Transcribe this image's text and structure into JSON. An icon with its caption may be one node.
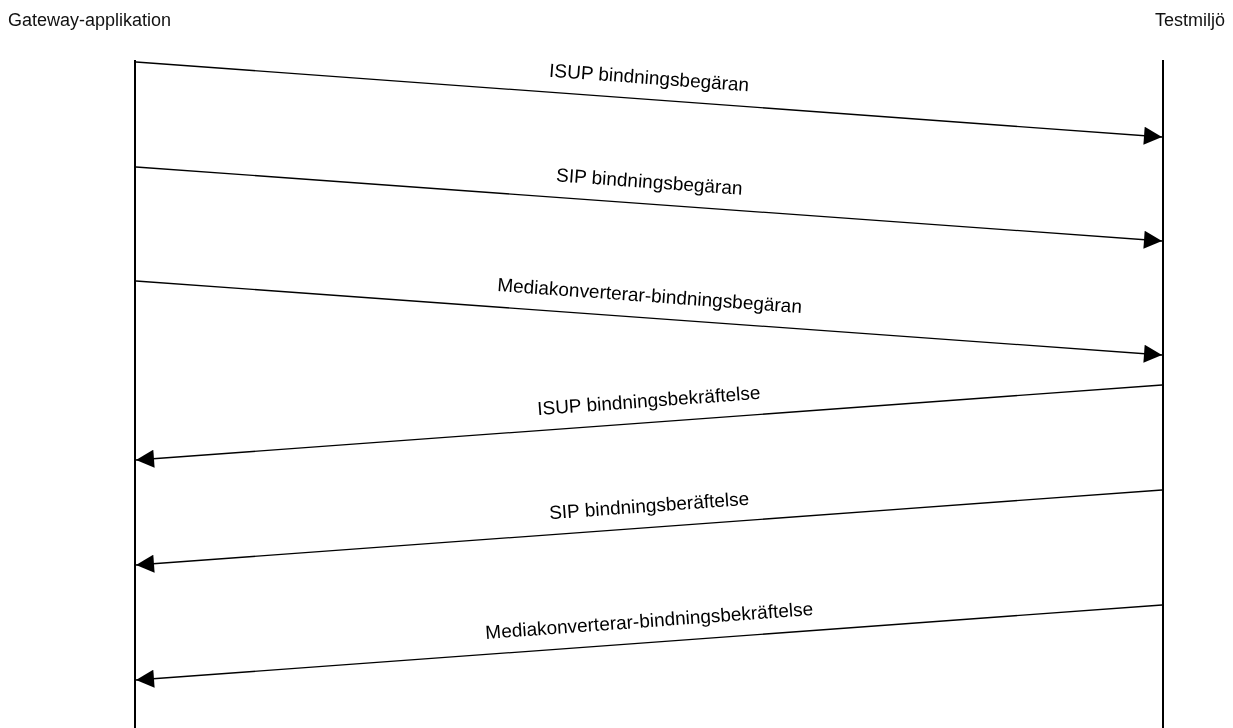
{
  "diagram": {
    "nodes": [
      {
        "text": [
          "Gateway-applikation"
        ]
      },
      {
        "text": [
          "Testmiljö"
        ]
      },
      {
        "text": [],
        "shape": "bar"
      },
      {
        "text": [],
        "shape": "bar"
      }
    ],
    "edges": [
      {
        "from": 2,
        "to": 3,
        "arrow": "to",
        "label": "ISUP bindningsbegäran"
      },
      {
        "from": 2,
        "to": 3,
        "arrow": "to",
        "label": "SIP bindningsbegäran"
      },
      {
        "from": 2,
        "to": 3,
        "arrow": "to",
        "label": "Mediakonverterar-bindningsbegäran"
      },
      {
        "from": 3,
        "to": 2,
        "arrow": "to",
        "label": "ISUP bindningsbekräftelse"
      },
      {
        "from": 3,
        "to": 2,
        "arrow": "to",
        "label": "SIP bindningsberäftelse"
      },
      {
        "from": 3,
        "to": 2,
        "arrow": "to",
        "label": "Mediakonverterar-bindningsbekräftelse"
      }
    ]
  }
}
